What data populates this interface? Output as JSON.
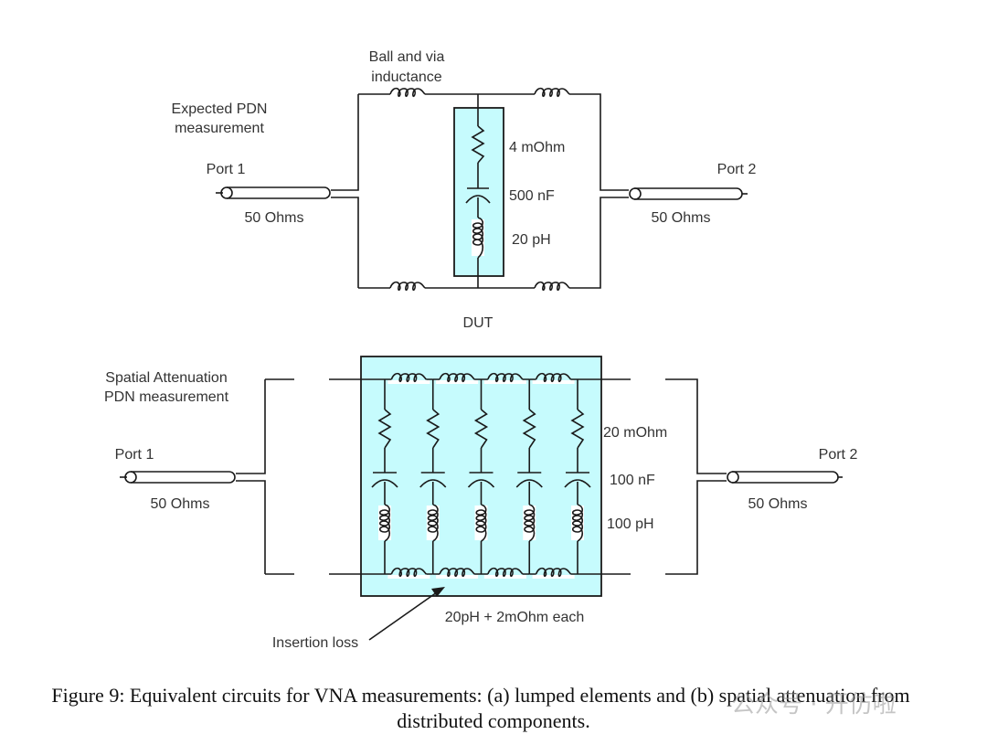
{
  "figure": {
    "top_circuit": {
      "title_line1": "Expected PDN",
      "title_line2": "measurement",
      "inductance_label_line1": "Ball and via",
      "inductance_label_line2": "inductance",
      "port1_label": "Port 1",
      "port1_impedance": "50 Ohms",
      "port2_label": "Port 2",
      "port2_impedance": "50 Ohms",
      "dut_resistance": "4 mOhm",
      "dut_capacitance": "500 nF",
      "dut_inductance": "20 pH",
      "dut_label": "DUT"
    },
    "bottom_circuit": {
      "title_line1": "Spatial Attenuation",
      "title_line2": "PDN measurement",
      "port1_label": "Port 1",
      "port1_impedance": "50 Ohms",
      "port2_label": "Port 2",
      "port2_impedance": "50 Ohms",
      "branch_resistance": "20 mOhm",
      "branch_capacitance": "100 nF",
      "branch_inductance": "100 pH",
      "branch_count": 5,
      "segment_note": "20pH + 2mOhm each",
      "arrow_label": "Insertion loss"
    },
    "colors": {
      "dut_fill": "#c6fbfd",
      "line": "#1a1a1a",
      "label_text": "#333333"
    }
  },
  "caption": {
    "line1": "Figure 9: Equivalent circuits for VNA measurements: (a) lumped elements and (b) spatial attenuation from",
    "line2": "distributed components."
  },
  "watermark": "公众号 · 开仿啦"
}
